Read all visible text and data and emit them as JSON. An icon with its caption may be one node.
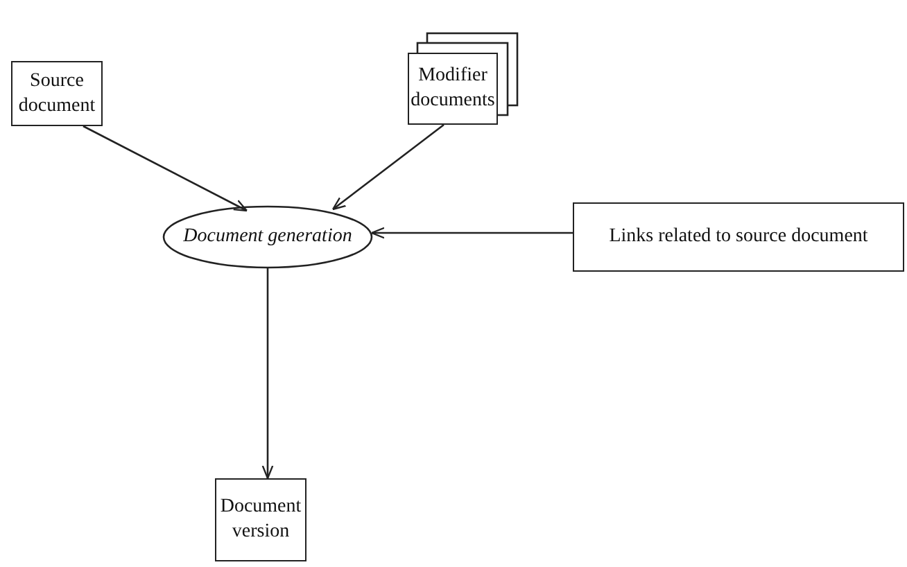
{
  "diagram": {
    "nodes": [
      {
        "text": [
          "Source document"
        ]
      },
      {
        "text": [
          "Modifier documents"
        ]
      },
      {
        "text": [
          "Document generation"
        ]
      },
      {
        "text": [
          "Links related to source document"
        ]
      },
      {
        "text": [
          "Document version"
        ]
      }
    ],
    "edges": [
      {
        "from": 0,
        "to": 2,
        "arrow": "to"
      },
      {
        "from": 1,
        "to": 2,
        "arrow": "to"
      },
      {
        "from": 3,
        "to": 2,
        "arrow": "to"
      },
      {
        "from": 2,
        "to": 4,
        "arrow": "to"
      }
    ]
  }
}
